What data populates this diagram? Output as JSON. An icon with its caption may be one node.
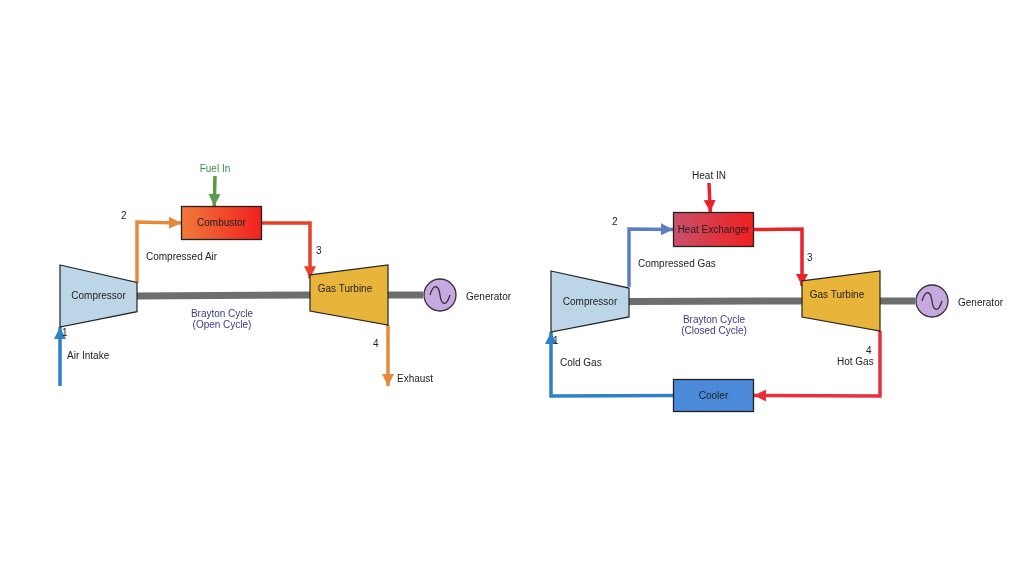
{
  "diagram": {
    "nodes": [
      {
        "text": [
          "Fuel In"
        ]
      },
      {
        "text": [
          "Combustor"
        ]
      },
      {
        "text": [
          "Compressor"
        ]
      },
      {
        "text": [
          "Gas Turbine"
        ]
      },
      {
        "text": [],
        "shape": "circle",
        "beside": [
          "Generator"
        ]
      },
      {
        "text": [
          "Heat IN"
        ]
      },
      {
        "text": [
          "Heat Exchanger"
        ]
      },
      {
        "text": [
          "Compressor"
        ]
      },
      {
        "text": [
          "Gas Turbine"
        ]
      },
      {
        "text": [],
        "shape": "circle",
        "beside": [
          "Generator"
        ]
      },
      {
        "text": [
          "Cooler"
        ]
      }
    ],
    "edges": [
      {
        "from": null,
        "to": 2,
        "arrow": "to",
        "label": "Air Intake",
        "color": "#2f80c8"
      },
      {
        "from": 2,
        "to": 1,
        "arrow": "to",
        "label": "Compressed Air",
        "color": "#e8883a"
      },
      {
        "from": 0,
        "to": 1,
        "arrow": "to",
        "color": "#5a9a48"
      },
      {
        "from": 1,
        "to": 3,
        "arrow": "to",
        "color": "#e8402a"
      },
      {
        "from": 3,
        "to": null,
        "arrow": "to",
        "label": "Exhaust",
        "color": "#e8883a"
      },
      {
        "from": 2,
        "to": 3,
        "arrow": "none",
        "style": "thick",
        "color": "#6e6e6e"
      },
      {
        "from": 3,
        "to": 4,
        "arrow": "none",
        "style": "thick",
        "color": "#6e6e6e"
      },
      {
        "from": 5,
        "to": 6,
        "arrow": "to",
        "color": "#e8232a"
      },
      {
        "from": 7,
        "to": 6,
        "arrow": "to",
        "label": "Compressed Gas",
        "color": "#5b7fc0"
      },
      {
        "from": 6,
        "to": 8,
        "arrow": "to",
        "color": "#e8232a"
      },
      {
        "from": 8,
        "to": 10,
        "arrow": "to",
        "label": "Hot Gas",
        "color": "#e8303a"
      },
      {
        "from": 10,
        "to": 7,
        "arrow": "to",
        "label": "Cold Gas",
        "color": "#2f80c8"
      },
      {
        "from": 7,
        "to": 8,
        "arrow": "none",
        "style": "thick",
        "color": "#6e6e6e"
      },
      {
        "from": 8,
        "to": 9,
        "arrow": "none",
        "style": "thick",
        "color": "#6e6e6e"
      }
    ],
    "labels": [
      "2",
      "3",
      "1",
      "4",
      "Brayton Cycle (Open Cycle)",
      "2",
      "3",
      "1",
      "4",
      "Brayton Cycle (Closed Cycle)"
    ]
  }
}
